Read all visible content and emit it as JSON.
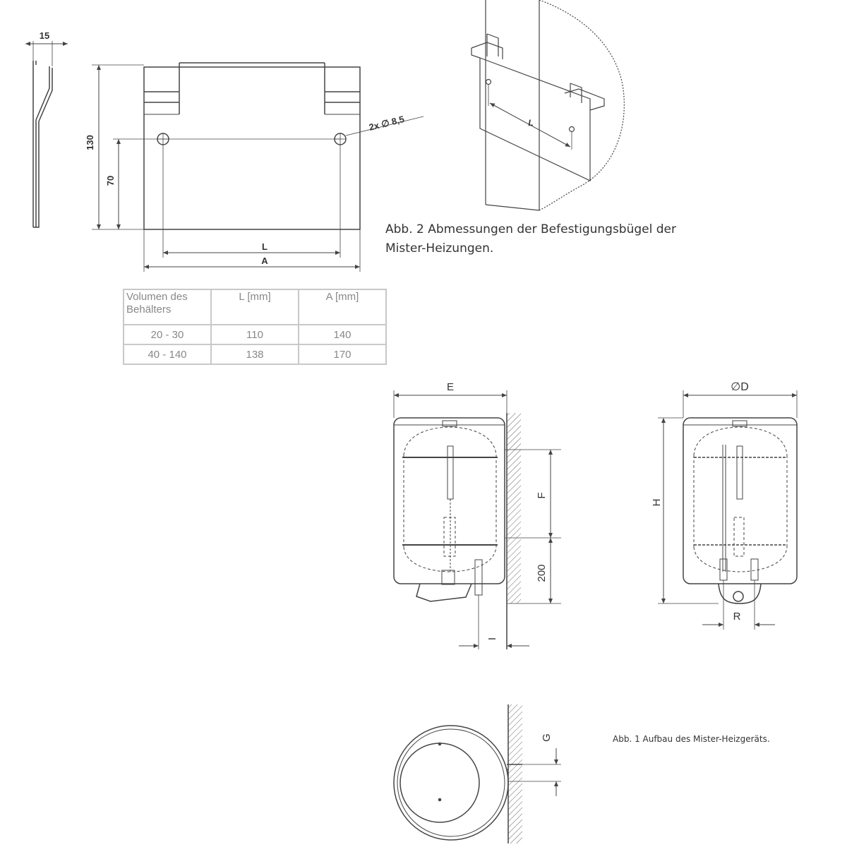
{
  "bracket_drawing": {
    "dim_thickness": "15",
    "dim_height_total": "130",
    "dim_height_holes": "70",
    "hole_note": "2x ∅ 8,5",
    "dim_L": "L",
    "dim_A": "A"
  },
  "mount_detail": {
    "dim_L": "L"
  },
  "caption_fig2": "Abb. 2 Abmessungen der Befestigungsbügel der Mister-Heizungen.",
  "spec_table": {
    "headers": [
      "Volumen des Behälters",
      "L [mm]",
      "A [mm]"
    ],
    "rows": [
      [
        "20 - 30",
        "110",
        "140"
      ],
      [
        "40 - 140",
        "138",
        "170"
      ]
    ]
  },
  "side_view": {
    "dim_E": "E",
    "dim_F": "F",
    "dim_200": "200",
    "dim_I": "I"
  },
  "front_view": {
    "dim_D": "∅D",
    "dim_H": "H",
    "dim_R": "R"
  },
  "top_view": {
    "dim_G": "G"
  },
  "caption_fig1": "Abb. 1 Aufbau des Mister-Heizgeräts."
}
